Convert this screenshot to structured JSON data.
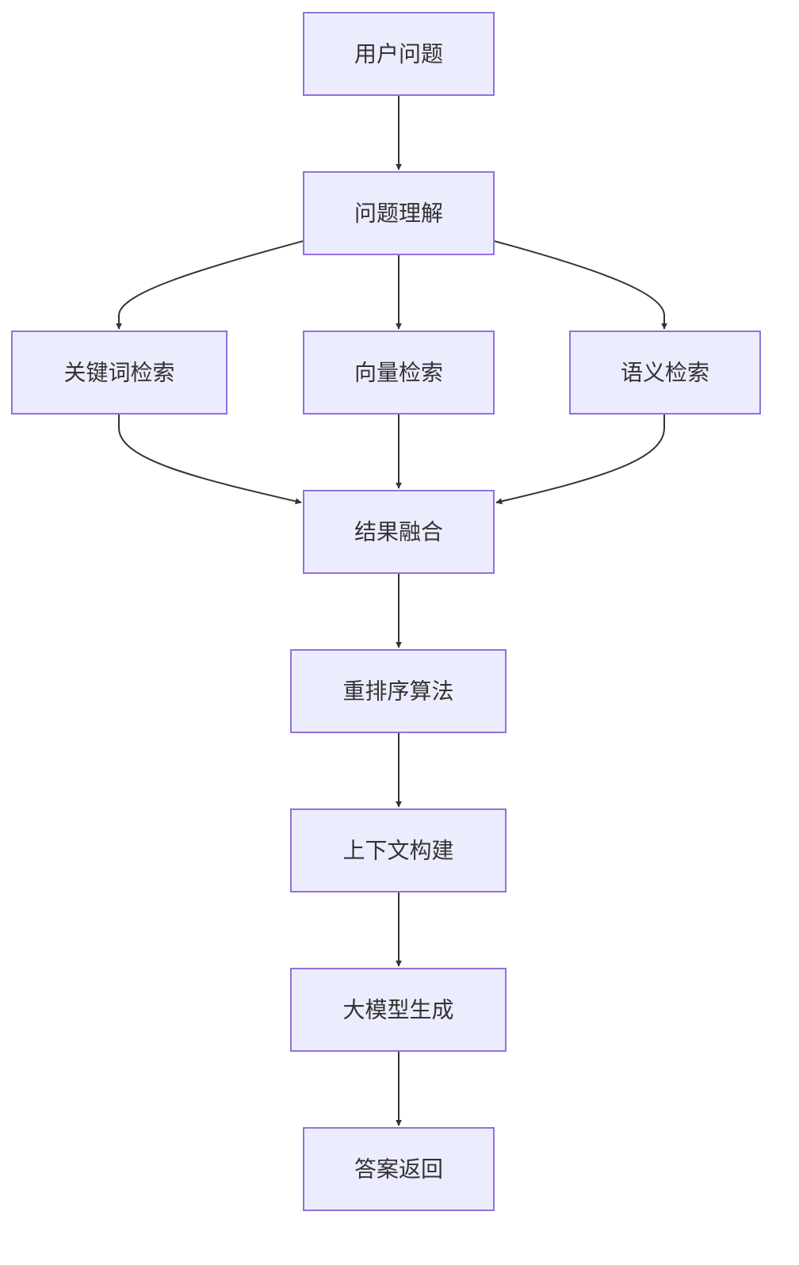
{
  "diagram": {
    "type": "flowchart",
    "direction": "top-down",
    "colors": {
      "node_fill": "#ececff",
      "node_border": "#9370db",
      "edge": "#333333",
      "text": "#333333",
      "background": "#ffffff"
    },
    "nodes": [
      {
        "id": "n1",
        "label": "用户问题"
      },
      {
        "id": "n2",
        "label": "问题理解"
      },
      {
        "id": "n3",
        "label": "关键词检索"
      },
      {
        "id": "n4",
        "label": "向量检索"
      },
      {
        "id": "n5",
        "label": "语义检索"
      },
      {
        "id": "n6",
        "label": "结果融合"
      },
      {
        "id": "n7",
        "label": "重排序算法"
      },
      {
        "id": "n8",
        "label": "上下文构建"
      },
      {
        "id": "n9",
        "label": "大模型生成"
      },
      {
        "id": "n10",
        "label": "答案返回"
      }
    ],
    "edges": [
      {
        "from": "n1",
        "to": "n2"
      },
      {
        "from": "n2",
        "to": "n3"
      },
      {
        "from": "n2",
        "to": "n4"
      },
      {
        "from": "n2",
        "to": "n5"
      },
      {
        "from": "n3",
        "to": "n6"
      },
      {
        "from": "n4",
        "to": "n6"
      },
      {
        "from": "n5",
        "to": "n6"
      },
      {
        "from": "n6",
        "to": "n7"
      },
      {
        "from": "n7",
        "to": "n8"
      },
      {
        "from": "n8",
        "to": "n9"
      },
      {
        "from": "n9",
        "to": "n10"
      }
    ]
  }
}
